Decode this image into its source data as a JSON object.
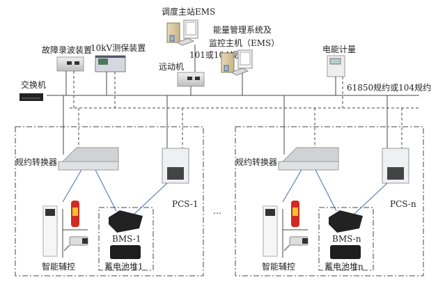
{
  "labels": {
    "dispatch_ems": "调度主站EMS",
    "protocol_101_104": "101或104规约",
    "rtu": "远动机",
    "fault_recorder": "故障录波装置",
    "protection_10kv": "10kV测保装置",
    "switch": "交换机",
    "ems_line1": "能量管理系统及",
    "ems_line2": "监控主机（EMS）",
    "energy_meter": "电能计量",
    "protocol_61850_104": "61850规约或104规约",
    "ellipsis": "…"
  },
  "units": [
    {
      "converter": "规约转换器",
      "pcs": "PCS-1",
      "bms": "BMS-1",
      "battery": "蓄电池堆1",
      "aux": "智能辅控"
    },
    {
      "converter": "规约转换器",
      "pcs": "PCS-n",
      "bms": "BMS-n",
      "battery": "蓄电池堆n",
      "aux": "智能辅控"
    }
  ],
  "colors": {
    "line": "#444444",
    "link": "#4a6aa8"
  }
}
